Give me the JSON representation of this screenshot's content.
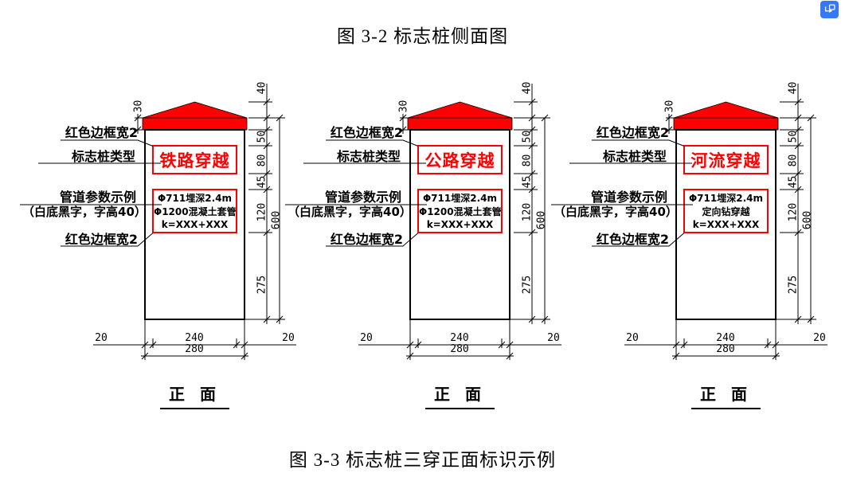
{
  "page": {
    "figure_top_caption": "图 3-2 标志桩侧面图",
    "figure_bottom_caption": "图 3-3 标志桩三穿正面标识示例"
  },
  "colors": {
    "accent_red": "#fe0000",
    "line_black": "#000000",
    "icon_blue": "#3579f6"
  },
  "labels": {
    "red_border_top": "红色边框宽2",
    "post_type": "标志桩类型",
    "pipe_param_line1": "管道参数示例",
    "pipe_param_line2": "（白底黑字，字高40）",
    "red_border_bottom": "红色边框宽2",
    "front_view": "正  面"
  },
  "dimensions": {
    "band_height": "30",
    "roof_height": "40",
    "seg_50": "50",
    "seg_80": "80",
    "seg_45": "45",
    "seg_120": "120",
    "seg_275": "275",
    "total_height": "600",
    "margin_left": "20",
    "inner_width": "240",
    "margin_right": "20",
    "total_width": "280"
  },
  "diagrams": [
    {
      "type_label": "铁路穿越",
      "param_lines": [
        "Φ711埋深2.4m",
        "Φ1200混凝土套管",
        "k=XXX+XXX"
      ]
    },
    {
      "type_label": "公路穿越",
      "param_lines": [
        "Φ711埋深2.4m",
        "Φ1200混凝土套管",
        "k=XXX+XXX"
      ]
    },
    {
      "type_label": "河流穿越",
      "param_lines": [
        "Φ711埋深2.4m",
        "定向钻穿越",
        "k=XXX+XXX"
      ]
    }
  ]
}
